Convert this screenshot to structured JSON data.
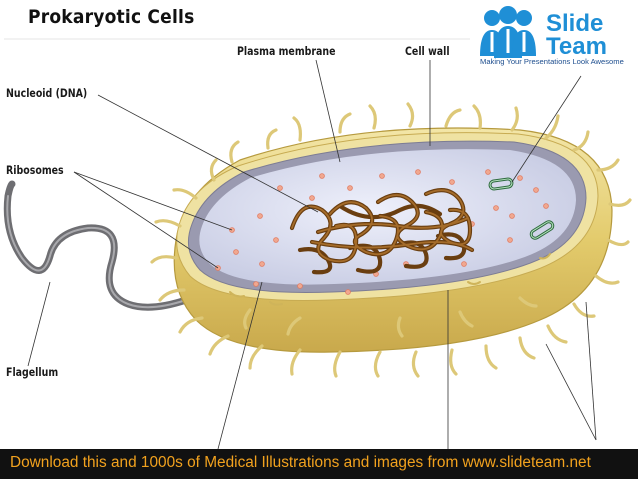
{
  "title": "Prokaryotic Cells",
  "labels": {
    "plasma_membrane": "Plasma membrane",
    "cell_wall": "Cell wall",
    "nucleoid": "Nucleoid (DNA)",
    "ribosomes": "Ribosomes",
    "flagellum": "Flagellum"
  },
  "logo": {
    "word1": "Slide",
    "word2": "Team",
    "tagline": "Making Your Presentations Look Awesome"
  },
  "footer": "Download this and 1000s of Medical Illustrations and images from www.slideteam.net",
  "colors": {
    "footer_bg": "#111111",
    "footer_text": "#f2a21e",
    "logo_blue": "#1f8fd6",
    "capsule": "#e8d27a",
    "cytoplasm": "#dcdff0",
    "dna": "#8a5a1c"
  }
}
